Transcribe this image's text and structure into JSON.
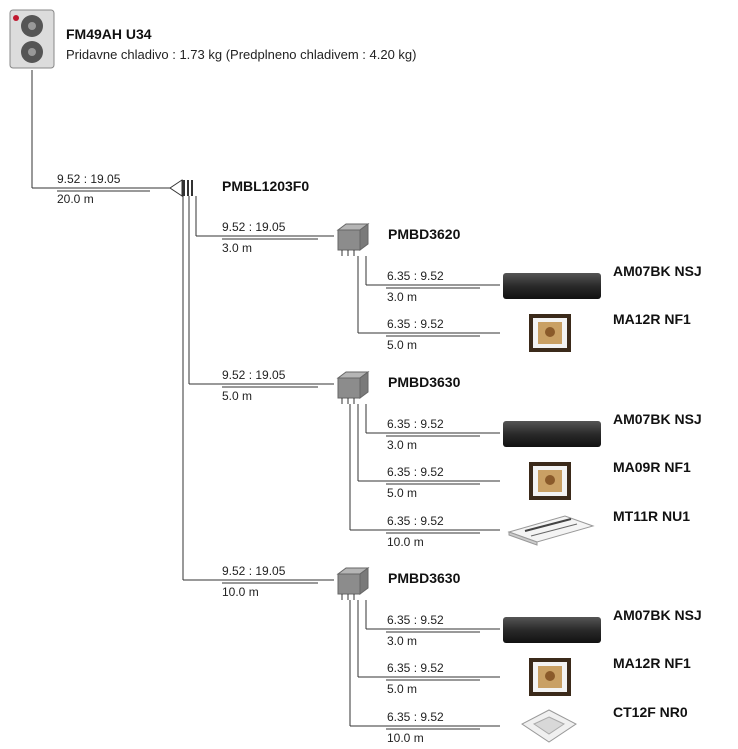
{
  "outdoor": {
    "model": "FM49AH U34",
    "refrigerant_note": "Pridavne chladivo : 1.73 kg (Predplneno chladivem : 4.20 kg)",
    "icon": "outdoor-unit-icon"
  },
  "main_pipe": {
    "spec": "9.52 : 19.05",
    "length": "20.0 m"
  },
  "branch_joint": {
    "model": "PMBL1203F0",
    "icon": "branch-joint-icon"
  },
  "distributors": [
    {
      "model": "PMBD3620",
      "pipe": {
        "spec": "9.52 : 19.05",
        "length": "3.0 m"
      },
      "units": [
        {
          "model": "AM07BK NSJ",
          "type": "wall",
          "pipe": {
            "spec": "6.35 : 9.52",
            "length": "3.0 m"
          }
        },
        {
          "model": "MA12R NF1",
          "type": "art",
          "pipe": {
            "spec": "6.35 : 9.52",
            "length": "5.0 m"
          }
        }
      ]
    },
    {
      "model": "PMBD3630",
      "pipe": {
        "spec": "9.52 : 19.05",
        "length": "5.0 m"
      },
      "units": [
        {
          "model": "AM07BK NSJ",
          "type": "wall",
          "pipe": {
            "spec": "6.35 : 9.52",
            "length": "3.0 m"
          }
        },
        {
          "model": "MA09R NF1",
          "type": "art",
          "pipe": {
            "spec": "6.35 : 9.52",
            "length": "5.0 m"
          }
        },
        {
          "model": "MT11R NU1",
          "type": "ceiling",
          "pipe": {
            "spec": "6.35 : 9.52",
            "length": "10.0 m"
          }
        }
      ]
    },
    {
      "model": "PMBD3630",
      "pipe": {
        "spec": "9.52 : 19.05",
        "length": "10.0 m"
      },
      "units": [
        {
          "model": "AM07BK NSJ",
          "type": "wall",
          "pipe": {
            "spec": "6.35 : 9.52",
            "length": "3.0 m"
          }
        },
        {
          "model": "MA12R NF1",
          "type": "art",
          "pipe": {
            "spec": "6.35 : 9.52",
            "length": "5.0 m"
          }
        },
        {
          "model": "CT12F NR0",
          "type": "cassette",
          "pipe": {
            "spec": "6.35 : 9.52",
            "length": "10.0 m"
          }
        }
      ]
    }
  ],
  "colors": {
    "line": "#333333",
    "unit_dark": "#2a2a2a",
    "box_grey": "#8c8c8c",
    "frame": "#3b2a1a",
    "art_gold": "#c9a064"
  }
}
